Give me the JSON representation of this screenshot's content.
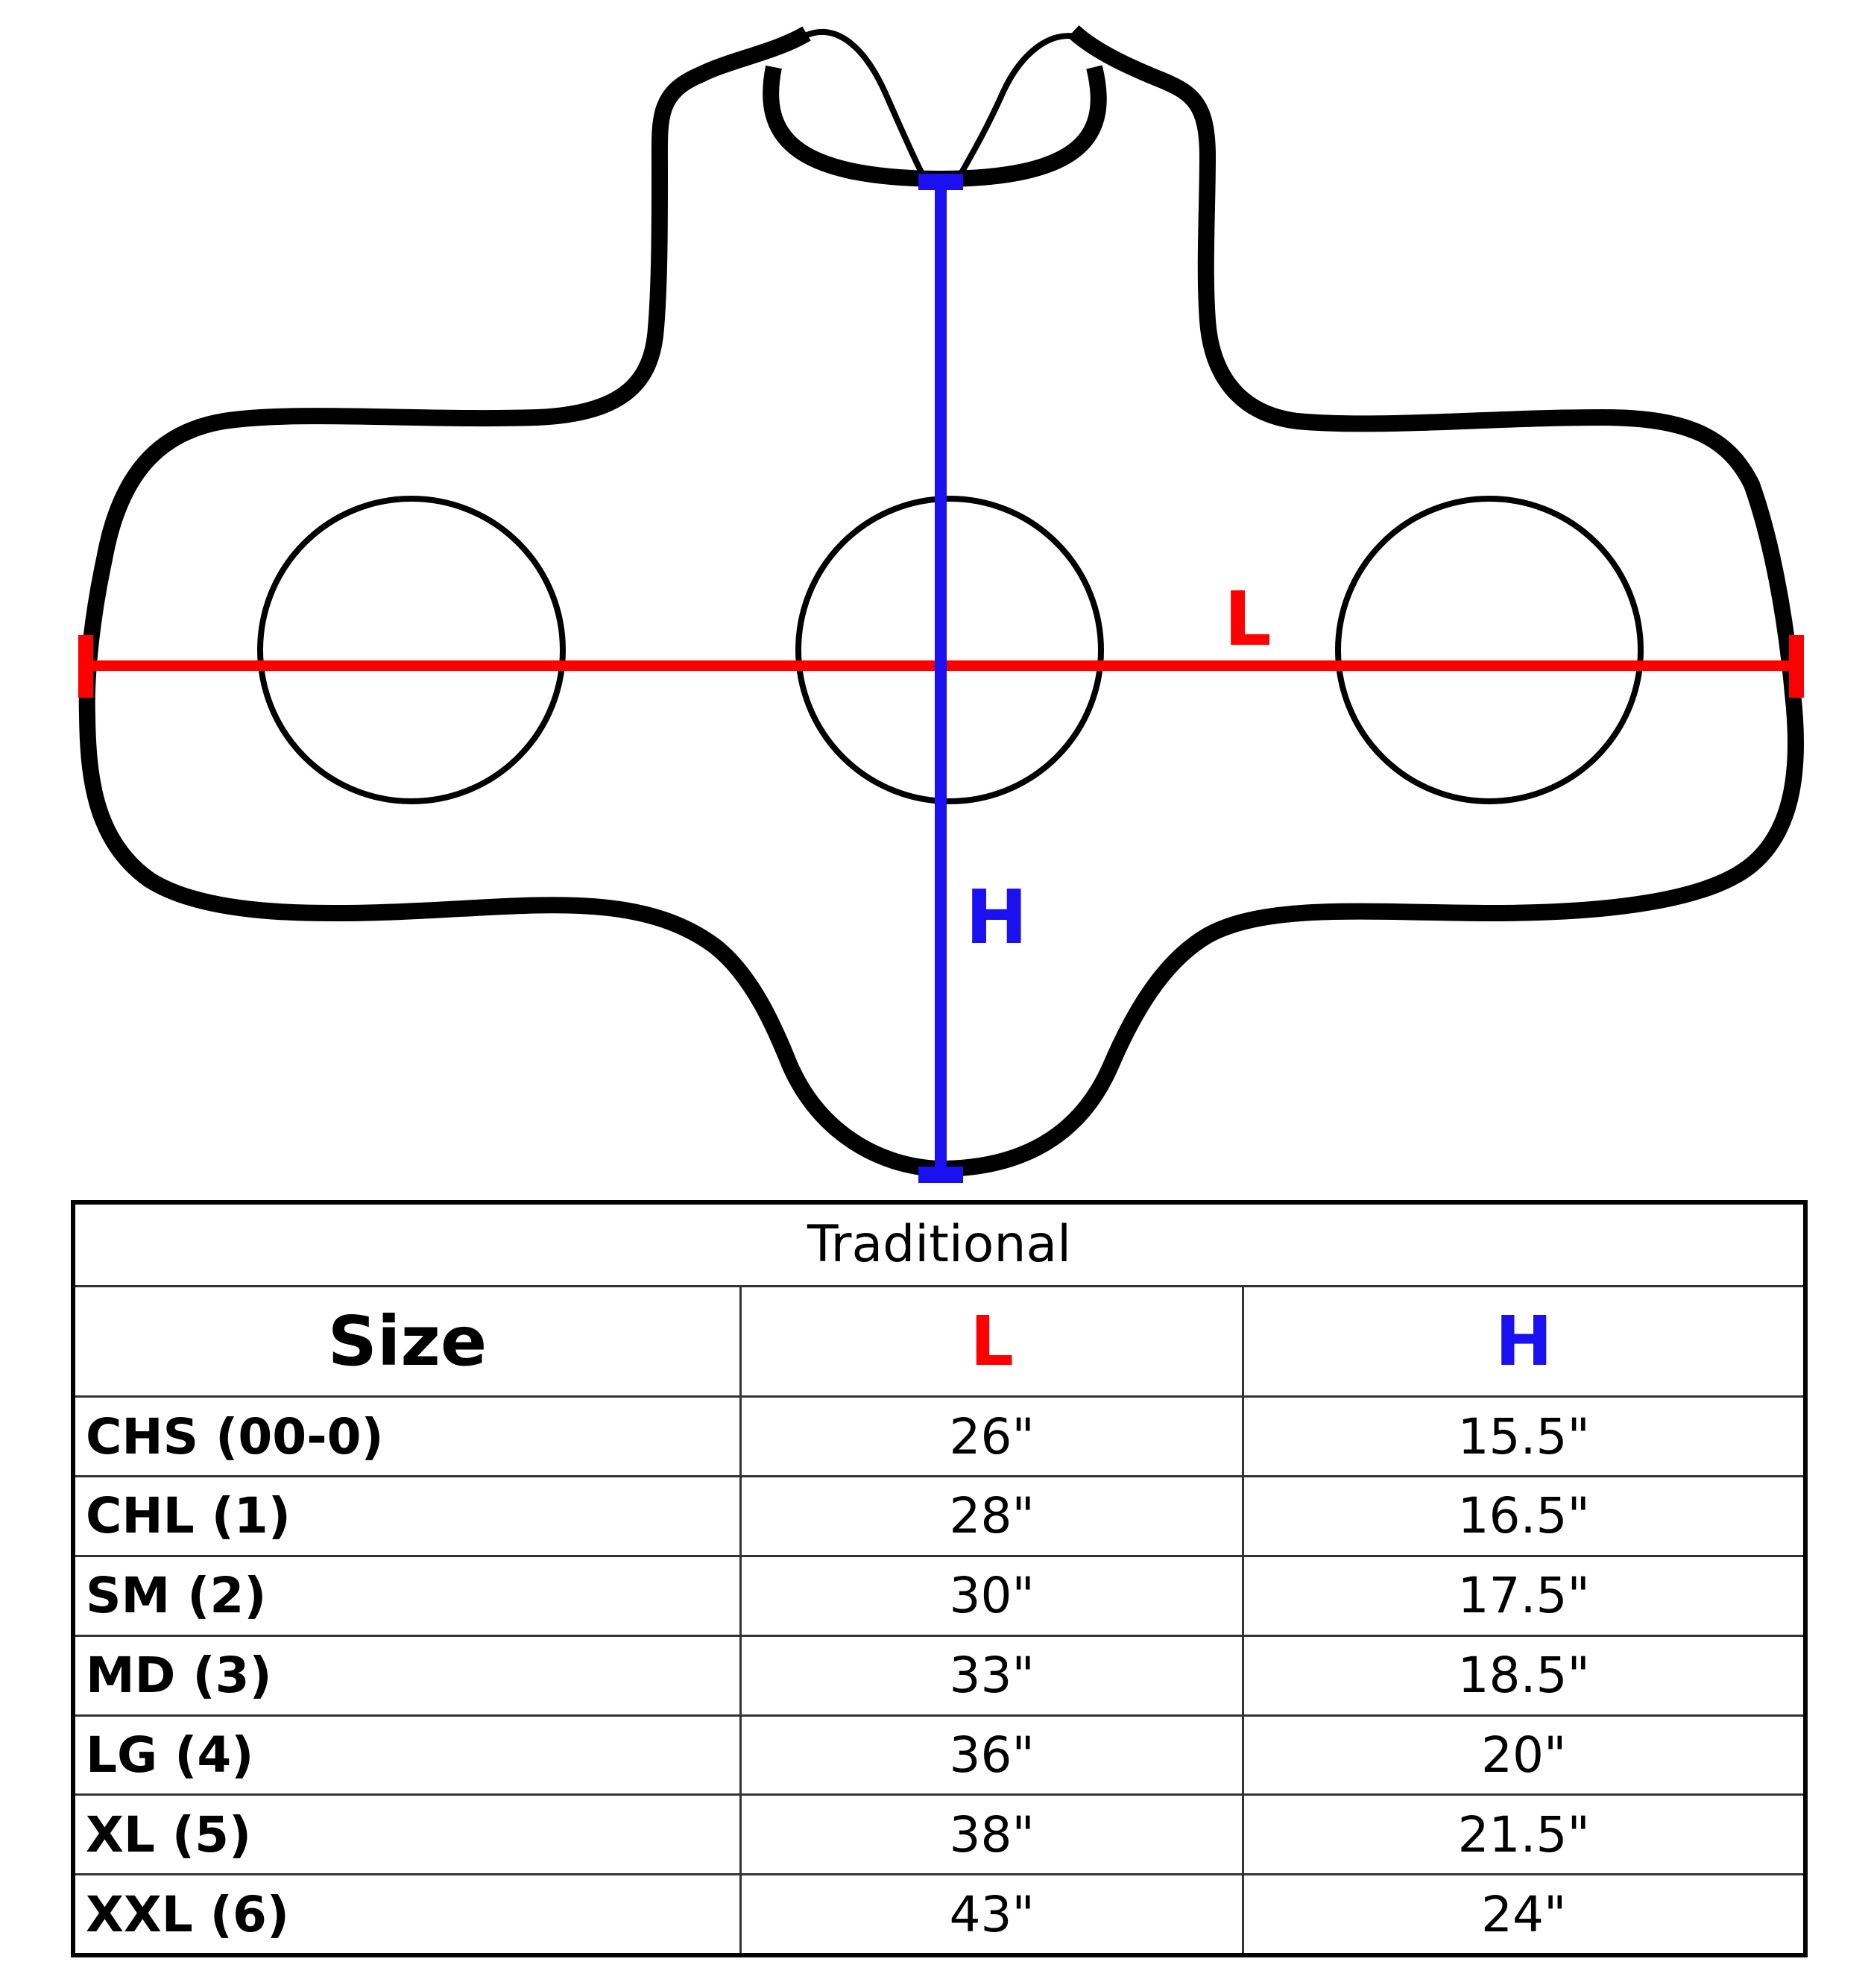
{
  "diagram": {
    "length_label": "L",
    "height_label": "H",
    "colors": {
      "length_line": "#ff0000",
      "height_line": "#1a10f0",
      "outline": "#000000"
    }
  },
  "table": {
    "title": "Traditional",
    "headers": {
      "size": "Size",
      "length": "L",
      "height": "H"
    },
    "rows": [
      {
        "size": "CHS (00-0)",
        "l": "26\"",
        "h": "15.5\""
      },
      {
        "size": "CHL (1)",
        "l": "28\"",
        "h": "16.5\""
      },
      {
        "size": "SM (2)",
        "l": "30\"",
        "h": "17.5\""
      },
      {
        "size": "MD (3)",
        "l": "33\"",
        "h": "18.5\""
      },
      {
        "size": "LG (4)",
        "l": "36\"",
        "h": "20\""
      },
      {
        "size": "XL (5)",
        "l": "38\"",
        "h": "21.5\""
      },
      {
        "size": "XXL (6)",
        "l": "43\"",
        "h": "24\""
      }
    ]
  }
}
